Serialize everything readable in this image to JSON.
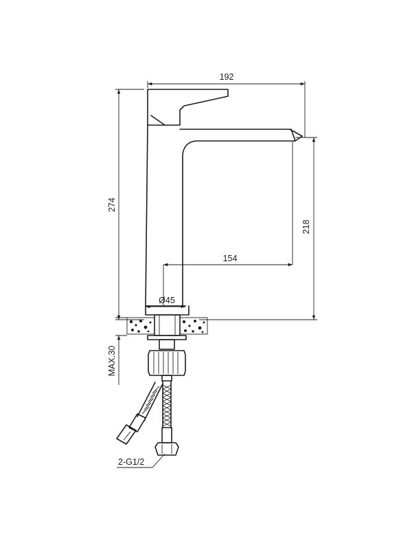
{
  "dimensions": {
    "total_width": "192",
    "total_height": "274",
    "spout_height": "218",
    "spout_reach": "154",
    "body_diameter": "Ø45",
    "max_deck_thickness": "MAX.30",
    "connection": "2-G1/2"
  },
  "colors": {
    "line": "#1d1d1b",
    "background": "#ffffff"
  }
}
